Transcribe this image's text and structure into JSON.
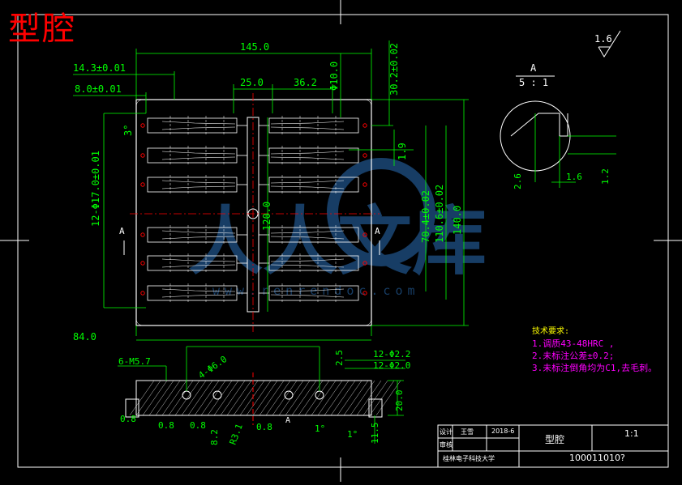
{
  "title": "型腔",
  "view_label": "A",
  "scale_label": "5 : 1",
  "roughness": "1.6",
  "dims": {
    "top": "145.0",
    "tl1": "14.3±0.01",
    "tl2": "8.0±0.01",
    "d25": "25.0",
    "d362": "36.2",
    "phi10": "Φ10.0",
    "v302": "30.2±0.02",
    "v19": "1.9",
    "v3": "3°",
    "vphi17": "12-Φ17.0±0.01",
    "v120": "120.0",
    "v704": "70.4±0.02",
    "v1106": "110.6±0.02",
    "v140": "140.0",
    "d840": "84.0",
    "m57": "6-M5.7",
    "phi6": "4-Φ6.0",
    "d25b": "2.5",
    "phi22": "12-Φ2.2",
    "phi20": "12-Φ2.0",
    "h20": "20.0",
    "h115": "11.5",
    "r08a": "0.8",
    "r08b": "0.8",
    "r08c": "0.8",
    "r08d": "0.8",
    "h82": "8.2",
    "r31": "R3.1",
    "deg1a": "1°",
    "deg1b": "1°",
    "det26": "2.6",
    "det16": "1.6",
    "det12": "1.2",
    "secA": "A"
  },
  "tech": {
    "heading": "技术要求:",
    "l1": "1.调质43-48HRC ,",
    "l2": "2.未标注公差±0.2;",
    "l3": "3.未标注倒角均为C1,去毛刺。"
  },
  "titleblock": {
    "row1a": "设计",
    "row1b": "王雪",
    "row1c": "2018-6",
    "row2a": "审核",
    "name": "型腔",
    "scale": "1:1",
    "school": "桂林电子科技大学",
    "code": "100011010?"
  },
  "watermark": {
    "text": "人人文库",
    "url": "www.renrendoc.com"
  },
  "colors": {
    "green": "#00ff00",
    "cyan": "#00ffff",
    "red": "#ff0000",
    "white": "#ffffff",
    "yellow": "#ffff00",
    "magenta": "#ff00ff"
  }
}
